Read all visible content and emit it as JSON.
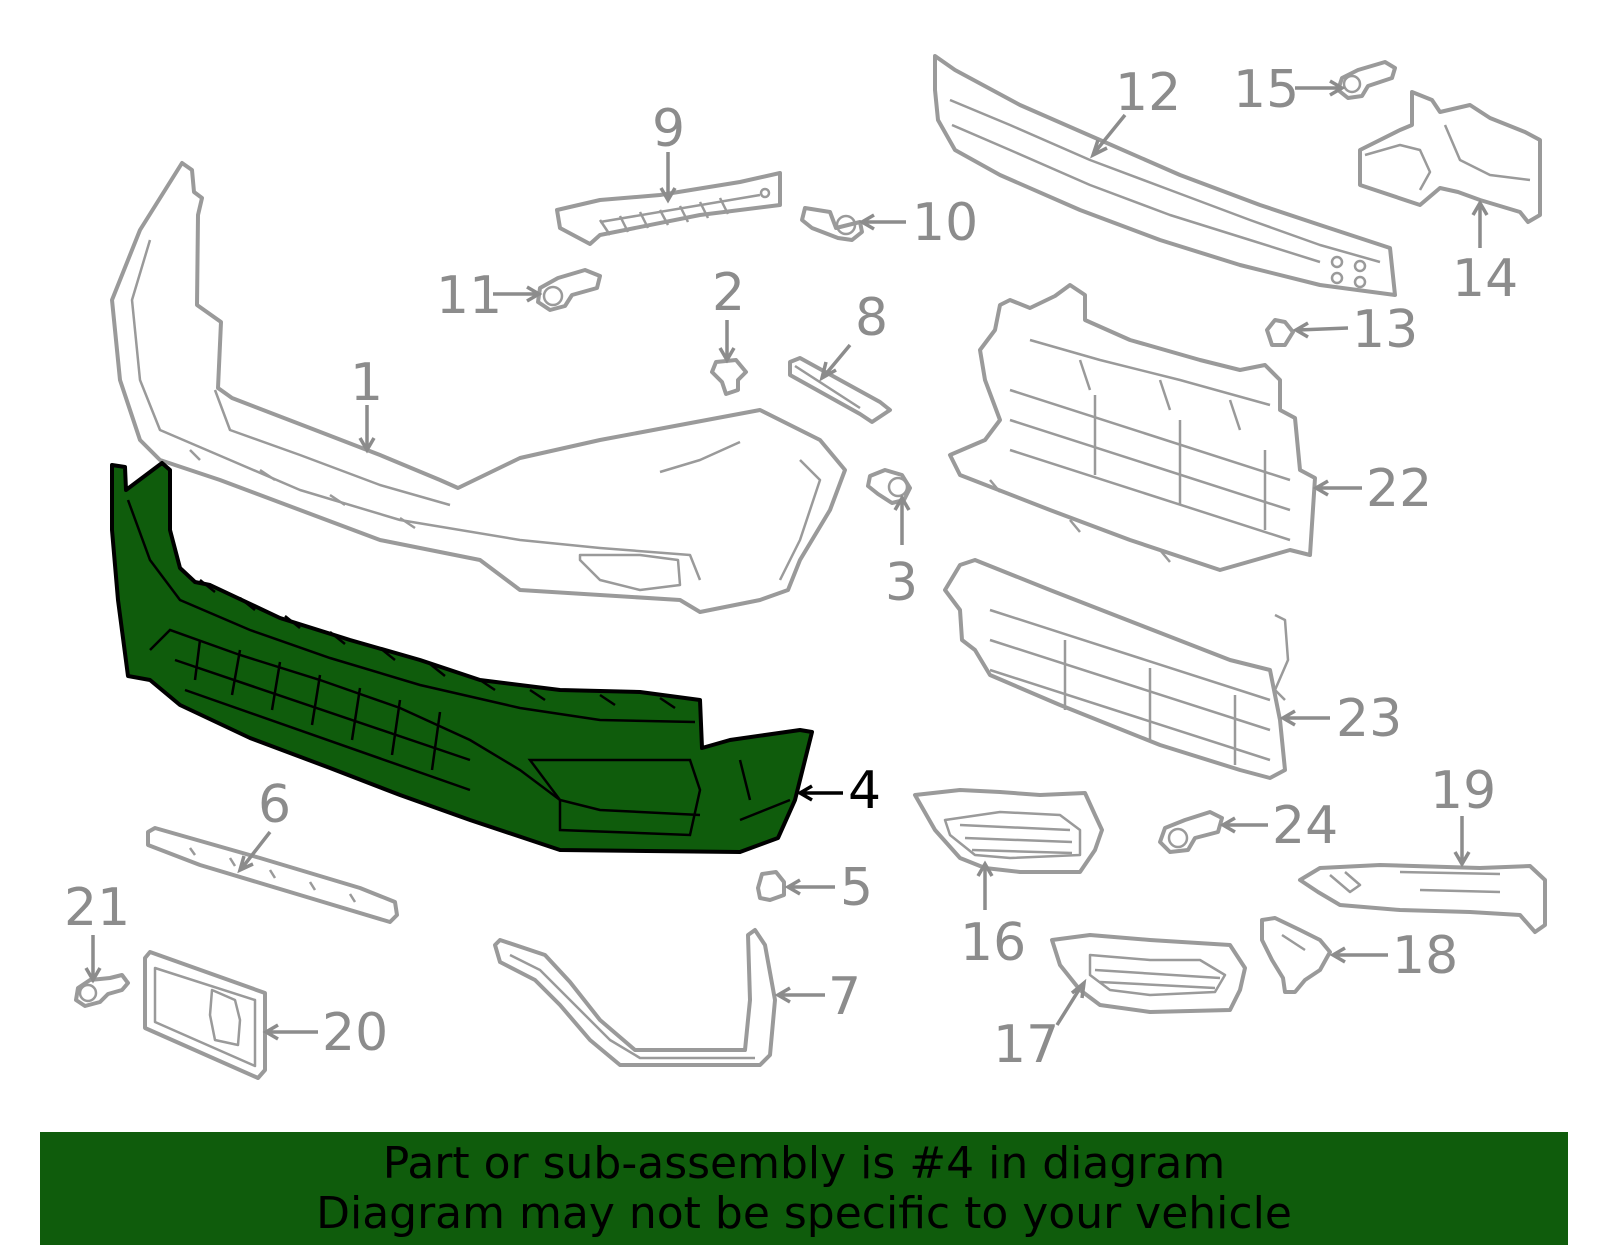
{
  "diagram": {
    "highlight_color": "#0f5c0c",
    "callouts": [
      {
        "id": "1",
        "label": "1"
      },
      {
        "id": "2",
        "label": "2"
      },
      {
        "id": "3",
        "label": "3"
      },
      {
        "id": "4",
        "label": "4",
        "highlighted": true
      },
      {
        "id": "5",
        "label": "5"
      },
      {
        "id": "6",
        "label": "6"
      },
      {
        "id": "7",
        "label": "7"
      },
      {
        "id": "8",
        "label": "8"
      },
      {
        "id": "9",
        "label": "9"
      },
      {
        "id": "10",
        "label": "10"
      },
      {
        "id": "11",
        "label": "11"
      },
      {
        "id": "12",
        "label": "12"
      },
      {
        "id": "13",
        "label": "13"
      },
      {
        "id": "14",
        "label": "14"
      },
      {
        "id": "15",
        "label": "15"
      },
      {
        "id": "16",
        "label": "16"
      },
      {
        "id": "17",
        "label": "17"
      },
      {
        "id": "18",
        "label": "18"
      },
      {
        "id": "19",
        "label": "19"
      },
      {
        "id": "20",
        "label": "20"
      },
      {
        "id": "21",
        "label": "21"
      },
      {
        "id": "22",
        "label": "22"
      },
      {
        "id": "23",
        "label": "23"
      },
      {
        "id": "24",
        "label": "24"
      }
    ]
  },
  "banner": {
    "line1": "Part or sub-assembly is #4 in diagram",
    "line2": "Diagram may not be specific to your vehicle",
    "color": "#0f5c0c"
  }
}
